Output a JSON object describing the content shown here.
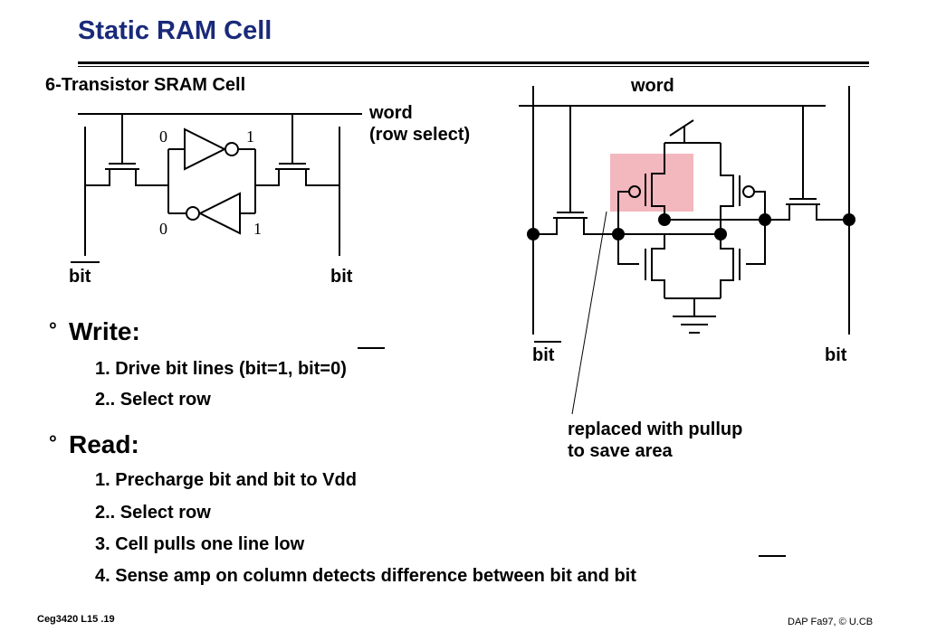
{
  "slide": {
    "title": "Static RAM Cell",
    "footer_left": "Ceg3420 L15 .19",
    "footer_right": "DAP Fa97, © U.CB"
  },
  "left_diagram": {
    "heading": "6-Transistor SRAM Cell",
    "word_label": "word",
    "word_sub": "(row select)",
    "bitbar_label": "bit",
    "bit_label": "bit",
    "val_top_left": "0",
    "val_top_right": "1",
    "val_bottom_left": "0",
    "val_bottom_right": "1"
  },
  "right_diagram": {
    "word_label": "word",
    "bitbar_label": "bit",
    "bit_label": "bit",
    "note_line1": "replaced with pullup",
    "note_line2": "to save area",
    "highlight_color": "#e8a0a8"
  },
  "write": {
    "bullet": "°",
    "heading": "Write:",
    "steps": [
      "1. Drive bit lines (bit=1, bit=0)",
      "2.. Select row"
    ]
  },
  "read": {
    "bullet": "°",
    "heading": "Read:",
    "steps": [
      "1.  Precharge bit and bit to Vdd",
      "2.. Select row",
      "3.  Cell pulls one line low",
      "4. Sense amp on column detects difference between bit and bit"
    ]
  }
}
